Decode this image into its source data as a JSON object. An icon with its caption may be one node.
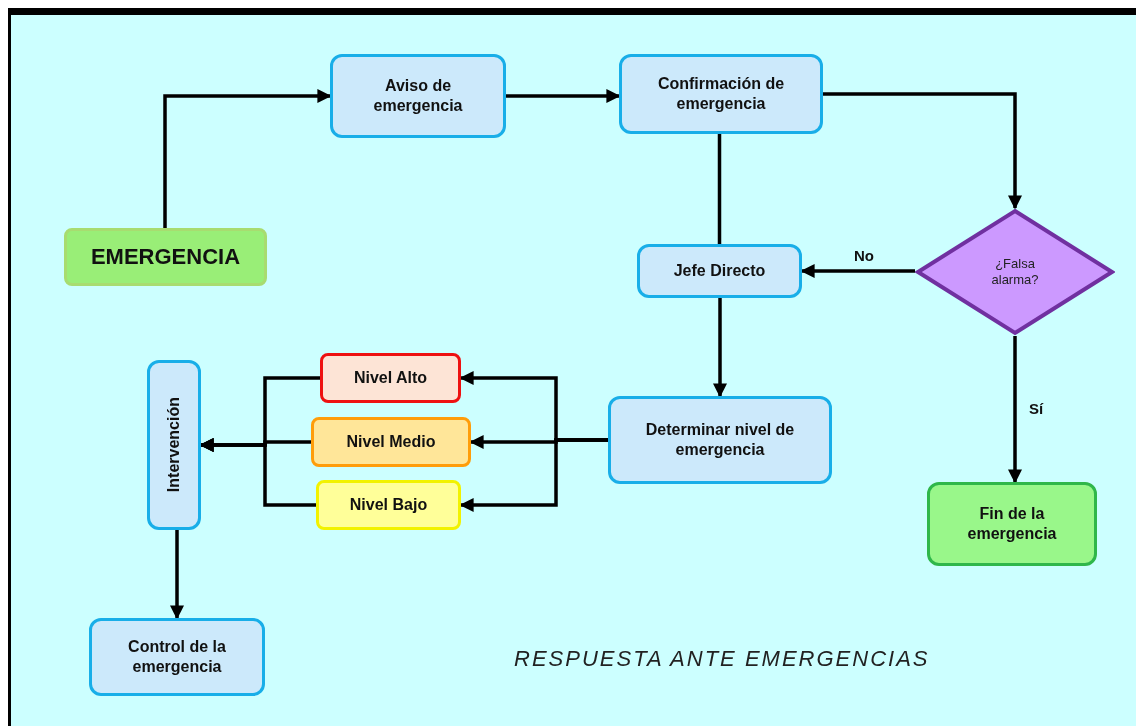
{
  "diagram": {
    "caption": "RESPUESTA ANTE EMERGENCIAS",
    "nodes": [
      {
        "text": [
          "EMERGENCIA"
        ]
      },
      {
        "text": [
          "Aviso de emergencia"
        ]
      },
      {
        "text": [
          "Confirmación de emergencia"
        ]
      },
      {
        "text": [
          "¿Falsa alarma?"
        ]
      },
      {
        "text": [
          "Jefe Directo"
        ]
      },
      {
        "text": [
          "Determinar nivel de emergencia"
        ]
      },
      {
        "text": [
          "Fin de la emergencia"
        ]
      },
      {
        "text": [
          "Nivel Alto"
        ]
      },
      {
        "text": [
          "Nivel Medio"
        ]
      },
      {
        "text": [
          "Nivel Bajo"
        ]
      },
      {
        "text": [
          "Intervención"
        ]
      },
      {
        "text": [
          "Control de la emergencia"
        ]
      }
    ],
    "edges": [
      {
        "from": 0,
        "to": 1,
        "arrow": "to"
      },
      {
        "from": 1,
        "to": 2,
        "arrow": "to"
      },
      {
        "from": 2,
        "to": 3,
        "arrow": "to"
      },
      {
        "from": 2,
        "to": 4,
        "arrow": "none"
      },
      {
        "from": 3,
        "to": 4,
        "arrow": "to",
        "label": "No"
      },
      {
        "from": 3,
        "to": 6,
        "arrow": "to",
        "label": "Sí"
      },
      {
        "from": 4,
        "to": 5,
        "arrow": "to"
      },
      {
        "from": 5,
        "to": 7,
        "arrow": "to"
      },
      {
        "from": 5,
        "to": 8,
        "arrow": "to"
      },
      {
        "from": 5,
        "to": 9,
        "arrow": "to"
      },
      {
        "from": 7,
        "to": 10,
        "arrow": "to"
      },
      {
        "from": 8,
        "to": 10,
        "arrow": "to"
      },
      {
        "from": 9,
        "to": 10,
        "arrow": "to"
      },
      {
        "from": 10,
        "to": 11,
        "arrow": "to"
      }
    ]
  }
}
